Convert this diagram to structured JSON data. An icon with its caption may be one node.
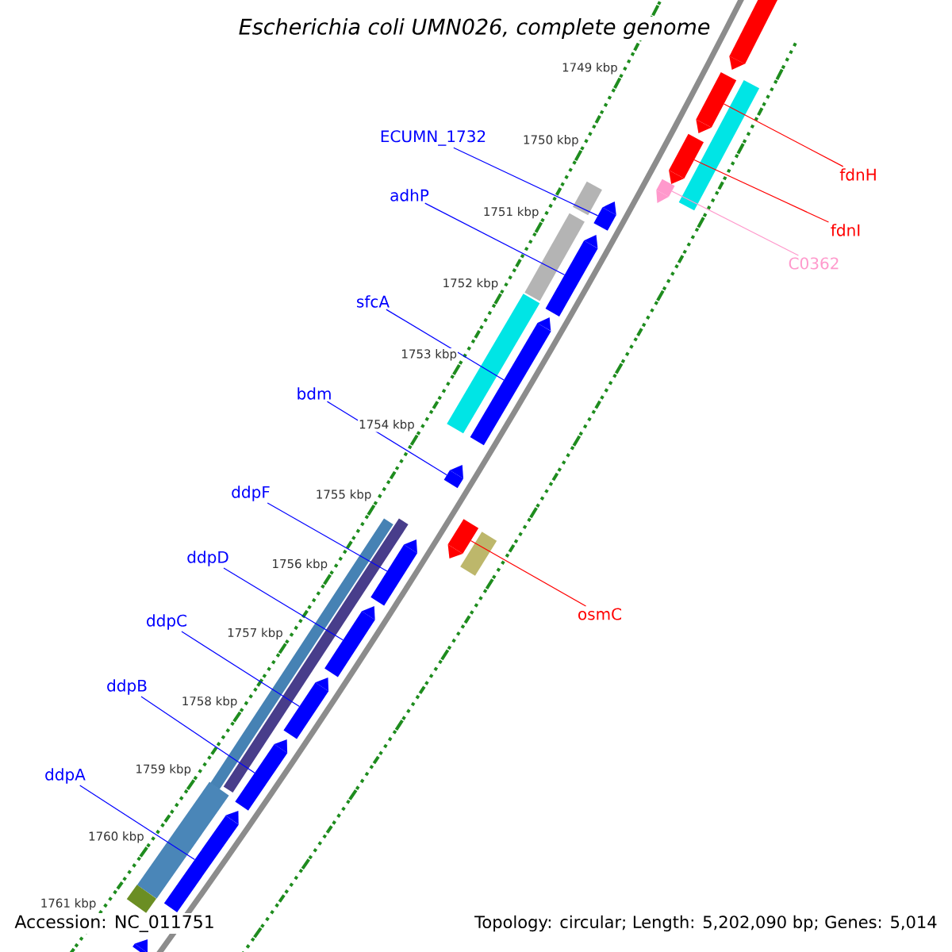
{
  "diagram": {
    "title": "Escherichia coli UMN026, complete genome",
    "nodes": [
      {
        "text": [
          "ECUMN_1732"
        ]
      },
      {
        "text": [
          "adhP"
        ]
      },
      {
        "text": [
          "sfcA"
        ]
      },
      {
        "text": [
          "bdm"
        ]
      },
      {
        "text": [
          "ddpF"
        ]
      },
      {
        "text": [
          "ddpD"
        ]
      },
      {
        "text": [
          "ddpC"
        ]
      },
      {
        "text": [
          "ddpB"
        ]
      },
      {
        "text": [
          "ddpA"
        ]
      },
      {
        "text": [
          "fdnH"
        ]
      },
      {
        "text": [
          "fdnI"
        ]
      },
      {
        "text": [
          "C0362"
        ]
      },
      {
        "text": [
          "osmC"
        ]
      },
      {
        "text": [],
        "shape": "arrow"
      },
      {
        "text": [],
        "shape": "arrow"
      },
      {
        "text": [],
        "shape": "arrow"
      },
      {
        "text": [],
        "shape": "arrow"
      },
      {
        "text": [],
        "shape": "arrow"
      },
      {
        "text": [],
        "shape": "arrow"
      },
      {
        "text": [],
        "shape": "arrow"
      },
      {
        "text": [],
        "shape": "arrow"
      },
      {
        "text": [],
        "shape": "arrow"
      },
      {
        "text": [],
        "shape": "arrow"
      },
      {
        "text": [],
        "shape": "arrow"
      },
      {
        "text": [],
        "shape": "arrow"
      },
      {
        "text": [],
        "shape": "arrow"
      },
      {
        "text": [],
        "shape": "arrow"
      },
      {
        "text": [],
        "shape": "arrow"
      },
      {
        "text": [],
        "shape": "bar"
      },
      {
        "text": [],
        "shape": "bar"
      },
      {
        "text": [],
        "shape": "bar"
      },
      {
        "text": [],
        "shape": "bar"
      },
      {
        "text": [],
        "shape": "bar"
      },
      {
        "text": [],
        "shape": "bar"
      },
      {
        "text": [],
        "shape": "bar"
      },
      {
        "text": [],
        "shape": "bar"
      },
      {
        "text": [],
        "shape": "bar"
      }
    ],
    "edges": [
      {
        "from": 0,
        "to": 13,
        "arrow": "none"
      },
      {
        "from": 1,
        "to": 14,
        "arrow": "none"
      },
      {
        "from": 2,
        "to": 15,
        "arrow": "none"
      },
      {
        "from": 3,
        "to": 16,
        "arrow": "none"
      },
      {
        "from": 4,
        "to": 17,
        "arrow": "none"
      },
      {
        "from": 5,
        "to": 18,
        "arrow": "none"
      },
      {
        "from": 6,
        "to": 19,
        "arrow": "none"
      },
      {
        "from": 7,
        "to": 20,
        "arrow": "none"
      },
      {
        "from": 8,
        "to": 21,
        "arrow": "none"
      },
      {
        "from": 9,
        "to": 22,
        "arrow": "none",
        "color": "#ff0000"
      },
      {
        "from": 10,
        "to": 23,
        "arrow": "none",
        "color": "#ff0000"
      },
      {
        "from": 11,
        "to": 24,
        "arrow": "none",
        "color": "#ff99cc"
      },
      {
        "from": 12,
        "to": 25,
        "arrow": "none",
        "color": "#ff0000"
      }
    ],
    "labels": [
      "1749 kbp",
      "1750 kbp",
      "1751 kbp",
      "1752 kbp",
      "1753 kbp",
      "1754 kbp",
      "1755 kbp",
      "1756 kbp",
      "1757 kbp",
      "1758 kbp",
      "1759 kbp",
      "1760 kbp",
      "1761 kbp",
      "Accession: NC_011751",
      "Topology: circular; Length: 5,202,090 bp; Genes: 5,014"
    ]
  }
}
